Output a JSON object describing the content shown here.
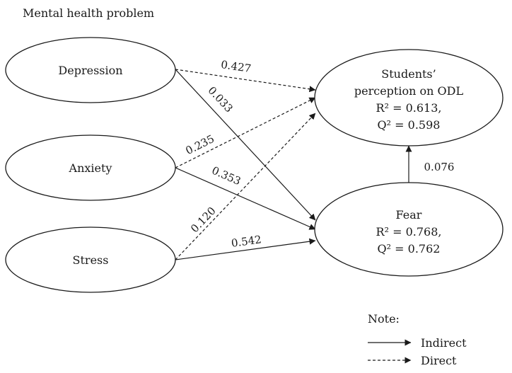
{
  "title": "Mental health problem",
  "nodes": {
    "depression": {
      "label": "Depression"
    },
    "anxiety": {
      "label": "Anxiety"
    },
    "stress": {
      "label": "Stress"
    },
    "perception": {
      "line1": "Students’",
      "line2": "perception on ODL",
      "line3": "R² = 0.613,",
      "line4": "Q² = 0.598"
    },
    "fear": {
      "line1": "Fear",
      "line2": "R² = 0.768,",
      "line3": "Q² = 0.762"
    }
  },
  "edges": [
    {
      "id": "depression-perception",
      "from": "Depression",
      "to": "Students’ perception on ODL",
      "weight": "0.427",
      "type": "Direct"
    },
    {
      "id": "depression-fear",
      "from": "Depression",
      "to": "Fear",
      "weight": "0.033",
      "type": "Indirect"
    },
    {
      "id": "anxiety-perception",
      "from": "Anxiety",
      "to": "Students’ perception on ODL",
      "weight": "0.235",
      "type": "Direct"
    },
    {
      "id": "anxiety-fear",
      "from": "Anxiety",
      "to": "Fear",
      "weight": "0.353",
      "type": "Indirect"
    },
    {
      "id": "stress-perception",
      "from": "Stress",
      "to": "Students’ perception on ODL",
      "weight": "0.120",
      "type": "Direct"
    },
    {
      "id": "stress-fear",
      "from": "Stress",
      "to": "Fear",
      "weight": "0.542",
      "type": "Indirect"
    },
    {
      "id": "fear-perception",
      "from": "Fear",
      "to": "Students’ perception on ODL",
      "weight": "0.076",
      "type": "Indirect"
    }
  ],
  "legend": {
    "title": "Note:",
    "indirect": "Indirect",
    "direct": "Direct"
  }
}
